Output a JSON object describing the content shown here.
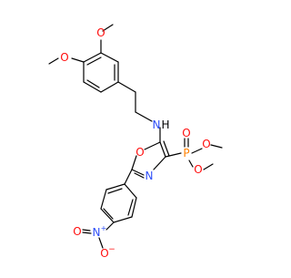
{
  "molecule": {
    "atom_labels": {
      "methoxy_o1": "O",
      "methoxy_o2": "O",
      "amine_n": "N",
      "amine_h": "H",
      "oxazole_o": "O",
      "oxazole_n": "N",
      "phosphorus": "P",
      "phosphoryl_o": "O",
      "ester_o1": "O",
      "ester_o2": "O",
      "nitro_n": "N",
      "nitro_plus": "+",
      "nitro_o1": "O",
      "nitro_o2": "O",
      "nitro_minus": "−"
    },
    "colors": {
      "bond": "#000000",
      "oxygen": "#ff0d0d",
      "nitrogen": "#3050f8",
      "phosphorus": "#ff8000"
    }
  }
}
